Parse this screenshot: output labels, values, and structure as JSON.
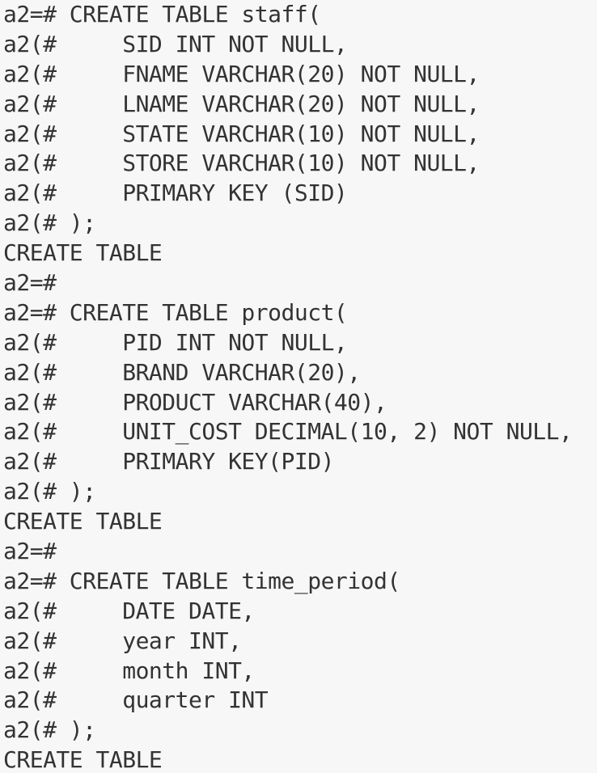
{
  "terminal": {
    "lines": [
      "a2=# CREATE TABLE staff(",
      "a2(#     SID INT NOT NULL,",
      "a2(#     FNAME VARCHAR(20) NOT NULL,",
      "a2(#     LNAME VARCHAR(20) NOT NULL,",
      "a2(#     STATE VARCHAR(10) NOT NULL,",
      "a2(#     STORE VARCHAR(10) NOT NULL,",
      "a2(#     PRIMARY KEY (SID)",
      "a2(# );",
      "CREATE TABLE",
      "a2=#",
      "a2=# CREATE TABLE product(",
      "a2(#     PID INT NOT NULL,",
      "a2(#     BRAND VARCHAR(20),",
      "a2(#     PRODUCT VARCHAR(40),",
      "a2(#     UNIT_COST DECIMAL(10, 2) NOT NULL,",
      "a2(#     PRIMARY KEY(PID)",
      "a2(# );",
      "CREATE TABLE",
      "a2=#",
      "a2=# CREATE TABLE time_period(",
      "a2(#     DATE DATE,",
      "a2(#     year INT,",
      "a2(#     month INT,",
      "a2(#     quarter INT",
      "a2(# );",
      "CREATE TABLE"
    ],
    "colors": {
      "background": "#f7f7f7",
      "text": "#333333"
    }
  }
}
